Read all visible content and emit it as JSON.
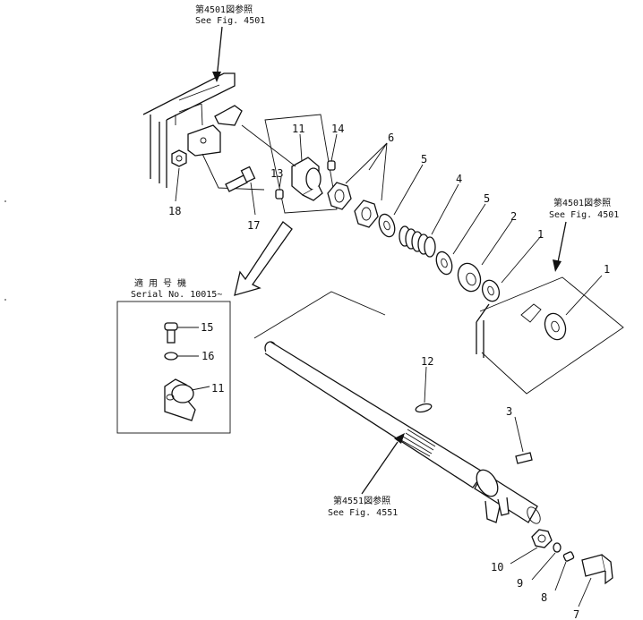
{
  "references": {
    "top_jp": "第4501図参照",
    "top_en": "See Fig. 4501",
    "right_jp": "第4501図参照",
    "right_en": "See Fig. 4501",
    "mid_jp": "第4551図参照",
    "mid_en": "See Fig. 4551"
  },
  "serial": {
    "jp": "適 用 号 機",
    "en": "Serial No. 10015~"
  },
  "callouts": {
    "c1a": "1",
    "c1b": "1",
    "c2": "2",
    "c3": "3",
    "c4": "4",
    "c5a": "5",
    "c5b": "5",
    "c6": "6",
    "c7": "7",
    "c8": "8",
    "c9": "9",
    "c10": "10",
    "c11a": "11",
    "c11b": "11",
    "c12": "12",
    "c13": "13",
    "c14": "14",
    "c15": "15",
    "c16": "16",
    "c17": "17",
    "c18": "18"
  }
}
